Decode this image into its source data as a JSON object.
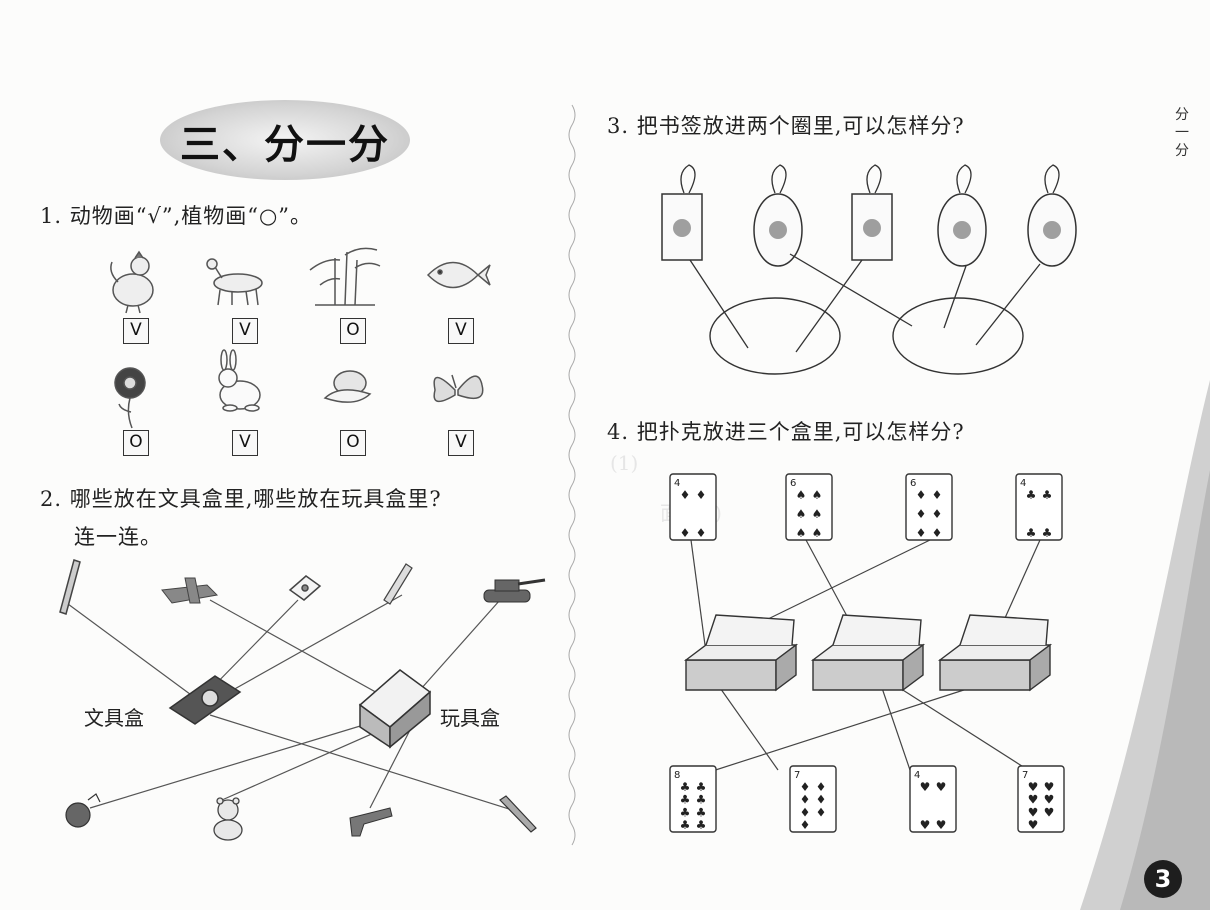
{
  "title": "三、分一分",
  "side_tab": [
    "分",
    "一",
    "分"
  ],
  "page_number": "3",
  "q1": {
    "text": "1. 动物画“√”,植物画“○”。",
    "row1": [
      {
        "item": "chicken-icon",
        "mark": "V"
      },
      {
        "item": "giraffe-icon",
        "mark": "V"
      },
      {
        "item": "bamboo-icon",
        "mark": "O"
      },
      {
        "item": "fish-icon",
        "mark": "V"
      }
    ],
    "row2": [
      {
        "item": "flower-icon",
        "mark": "O"
      },
      {
        "item": "rabbit-icon",
        "mark": "V"
      },
      {
        "item": "cabbage-icon",
        "mark": "O"
      },
      {
        "item": "butterfly-icon",
        "mark": "V"
      }
    ]
  },
  "q2": {
    "line1": "2. 哪些放在文具盒里,哪些放在玩具盒里?",
    "line2": "连一连。",
    "left_box": "文具盒",
    "right_box": "玩具盒"
  },
  "q3": {
    "text": "3. 把书签放进两个圈里,可以怎样分?"
  },
  "q4": {
    "text": "4. 把扑克放进三个盒里,可以怎样分?",
    "top_cards": [
      {
        "rank": "4",
        "suit": "♦",
        "color": "#222"
      },
      {
        "rank": "6",
        "suit": "♠",
        "color": "#222"
      },
      {
        "rank": "6",
        "suit": "♦",
        "color": "#222"
      },
      {
        "rank": "4",
        "suit": "♣",
        "color": "#222"
      }
    ],
    "bottom_cards": [
      {
        "rank": "8",
        "suit": "♣",
        "color": "#222"
      },
      {
        "rank": "7",
        "suit": "♦",
        "color": "#222"
      },
      {
        "rank": "4",
        "suit": "♥",
        "color": "#222"
      },
      {
        "rank": "7",
        "suit": "♥",
        "color": "#222"
      }
    ]
  }
}
